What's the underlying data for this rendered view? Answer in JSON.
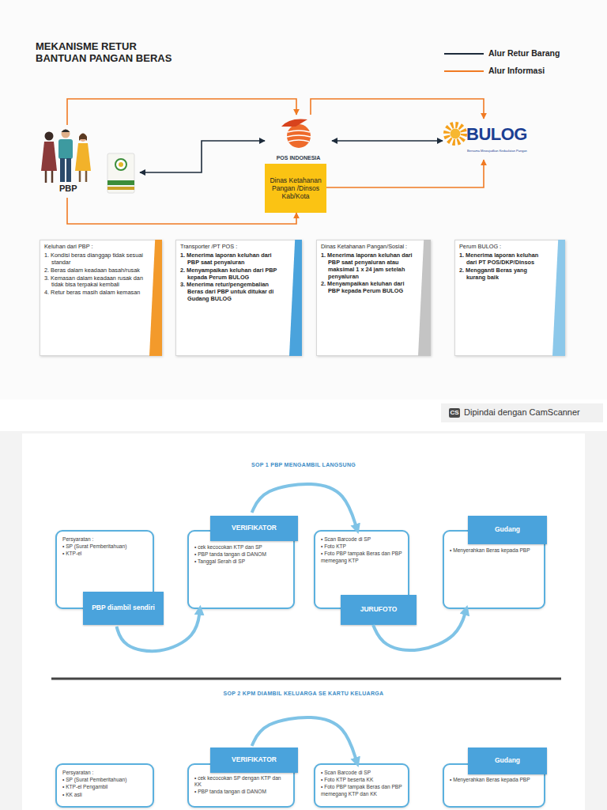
{
  "diagram": {
    "title": "MEKANISME RETUR BANTUAN PANGAN BERAS",
    "nodes": [
      {
        "text": [
          "PBP"
        ]
      },
      {
        "text": [
          "POS INDONESIA"
        ]
      },
      {
        "text": [
          "Dinas Ketahanan Pangan /Dinsos Kab/Kota"
        ]
      },
      {
        "text": [
          "BULOG",
          "Bersama Mewujudkan Kedaulatan Pangan"
        ]
      },
      {
        "text": [
          "Keluhan dari PBP :",
          "1. Kondisi beras dianggap tidak sesuai standar",
          "2. Beras dalam keadaan basah/rusak",
          "3. Kemasan dalam keadaan rusak dan tidak bisa terpakai kembali",
          "4. Retur beras masih dalam kemasan"
        ]
      },
      {
        "text": [
          "Transporter /PT POS :",
          "1. Menerima laporan keluhan dari PBP saat penyaluran",
          "2. Menyampaikan keluhan dari PBP kepada Perum BULOG",
          "3. Menerima retur/pengembalian Beras dari PBP untuk ditukar di Gudang BULOG"
        ]
      },
      {
        "text": [
          "Dinas Ketahanan Pangan/Sosial :",
          "1. Menerima laporan keluhan dari PBP saat penyaluran atau maksimal 1 x 24 jam setelah penyaluran",
          "2. Menyampaikan keluhan dari PBP kepada Perum BULOG"
        ]
      },
      {
        "text": [
          "Perum BULOG :",
          "1. Menerima laporan keluhan dari PT POS/DKP/Dinsos",
          "2. Mengganti Beras yang kurang baik"
        ]
      },
      {
        "text": [
          "Persyaratan :",
          "• SP (Surat Pemberitahuan)",
          "• KTP-el",
          "PBP diambil sendiri"
        ]
      },
      {
        "text": [
          "VERIFIKATOR",
          "• cek kecocokan KTP dan SP",
          "• PBP tanda tangan di DANOM",
          "• Tanggal Serah di SP"
        ]
      },
      {
        "text": [
          "• Scan Barcode di SP",
          "• Foto KTP",
          "• Foto PBP tampak Beras dan PBP memegang KTP",
          "JURUFOTO"
        ]
      },
      {
        "text": [
          "Gudang",
          "• Menyerahkan Beras kepada PBP"
        ]
      },
      {
        "text": [
          "Persyaratan :",
          "• SP (Surat Pemberitahuan)",
          "• KTP-el Pengambil",
          "• KK asli"
        ]
      },
      {
        "text": [
          "VERIFIKATOR",
          "• cek kecocokan SP dengan KTP dan KK",
          "• PBP tanda tangan di DANOM"
        ]
      },
      {
        "text": [
          "• Scan Barcode di SP",
          "• Foto KTP beserta KK",
          "• Foto PBP tampak Beras dan PBP memegang KTP dan KK"
        ]
      },
      {
        "text": [
          "Gudang",
          "• Menyerahkan Beras kepada PBP"
        ]
      }
    ],
    "edges": [
      {
        "from": 0,
        "to": 1,
        "arrow": "to"
      },
      {
        "from": 1,
        "to": 3,
        "arrow": "to"
      },
      {
        "from": 0,
        "to": 2,
        "arrow": "to"
      },
      {
        "from": 2,
        "to": 3,
        "arrow": "to"
      },
      {
        "from": 0,
        "to": 1,
        "arrow": "both"
      },
      {
        "from": 1,
        "to": 3,
        "arrow": "both"
      },
      {
        "from": 8,
        "to": 9,
        "arrow": "to"
      },
      {
        "from": 9,
        "to": 10,
        "arrow": "to"
      },
      {
        "from": 10,
        "to": 11,
        "arrow": "to"
      },
      {
        "from": 13,
        "to": 14,
        "arrow": "to"
      }
    ],
    "labels": [
      "SOP 1 PBP MENGAMBIL LANGSUNG",
      "SOP 2 KPM DIAMBIL KELUARGA SE KARTU KELUARGA",
      "CS",
      "Dipindai dengan CamScanner"
    ],
    "legend": [
      {
        "text": "Alur Retur Barang"
      },
      {
        "text": "Alur Informasi"
      }
    ]
  }
}
